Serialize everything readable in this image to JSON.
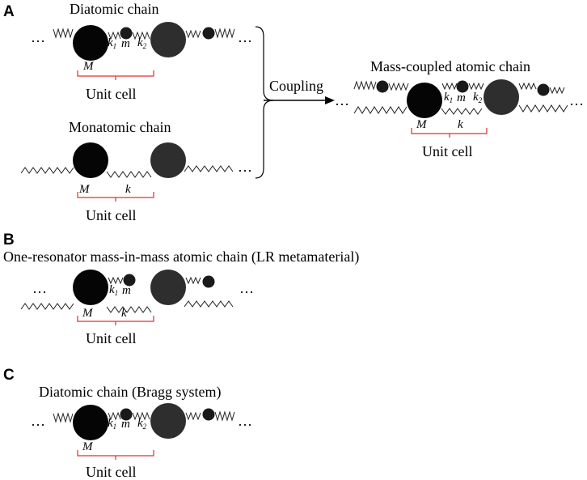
{
  "panels": {
    "a": {
      "label": "A",
      "diatomic_title": "Diatomic chain",
      "monatomic_title": "Monatomic chain",
      "coupling_label": "Coupling",
      "coupled_title": "Mass-coupled  atomic chain",
      "unit_cell": "Unit cell"
    },
    "b": {
      "label": "B",
      "title": "One-resonator  mass-in-mass  atomic chain  (LR metamaterial)",
      "unit_cell": "Unit cell"
    },
    "c": {
      "label": "C",
      "title": "Diatomic chain (Bragg system)",
      "unit_cell": "Unit cell"
    }
  },
  "symbols": {
    "M": "M",
    "m": "m",
    "k": "k",
    "k_base": "k",
    "sub_1": "1",
    "sub_2": "2",
    "ellipsis": "…"
  }
}
